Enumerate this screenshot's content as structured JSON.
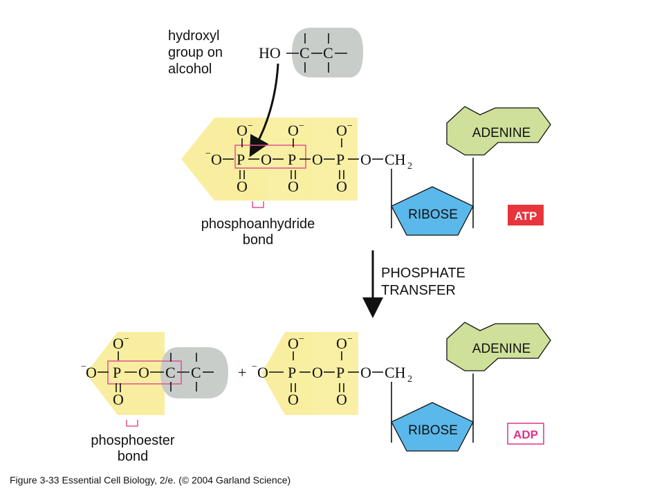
{
  "labels": {
    "hydroxyl": [
      "hydroxyl",
      "group on",
      "alcohol"
    ],
    "phosphoanhydride": [
      "phosphoanhydride",
      "bond"
    ],
    "phosphate_transfer": [
      "PHOSPHATE",
      "TRANSFER"
    ],
    "phosphoester": [
      "phosphoester",
      "bond"
    ],
    "plus": "+"
  },
  "molecules": {
    "adenine": "ADENINE",
    "ribose": "RIBOSE",
    "atp": "ATP",
    "adp": "ADP"
  },
  "chem": {
    "O": "O",
    "P": "P",
    "C": "C",
    "HO": "HO",
    "neg": "−",
    "dash": "−",
    "ch2": "CH",
    "two": "2"
  },
  "colors": {
    "phosphate_yellow": "#f9eea0",
    "alcohol_gray": "#c8cdca",
    "adenine_green": "#cfe09a",
    "ribose_blue": "#5bb8ea",
    "atp_red": "#e8343c",
    "adp_magenta": "#e0308a",
    "bond_box_pink": "#e0508e"
  },
  "caption": "Figure 3-33  Essential Cell Biology, 2/e. (© 2004 Garland Science)"
}
